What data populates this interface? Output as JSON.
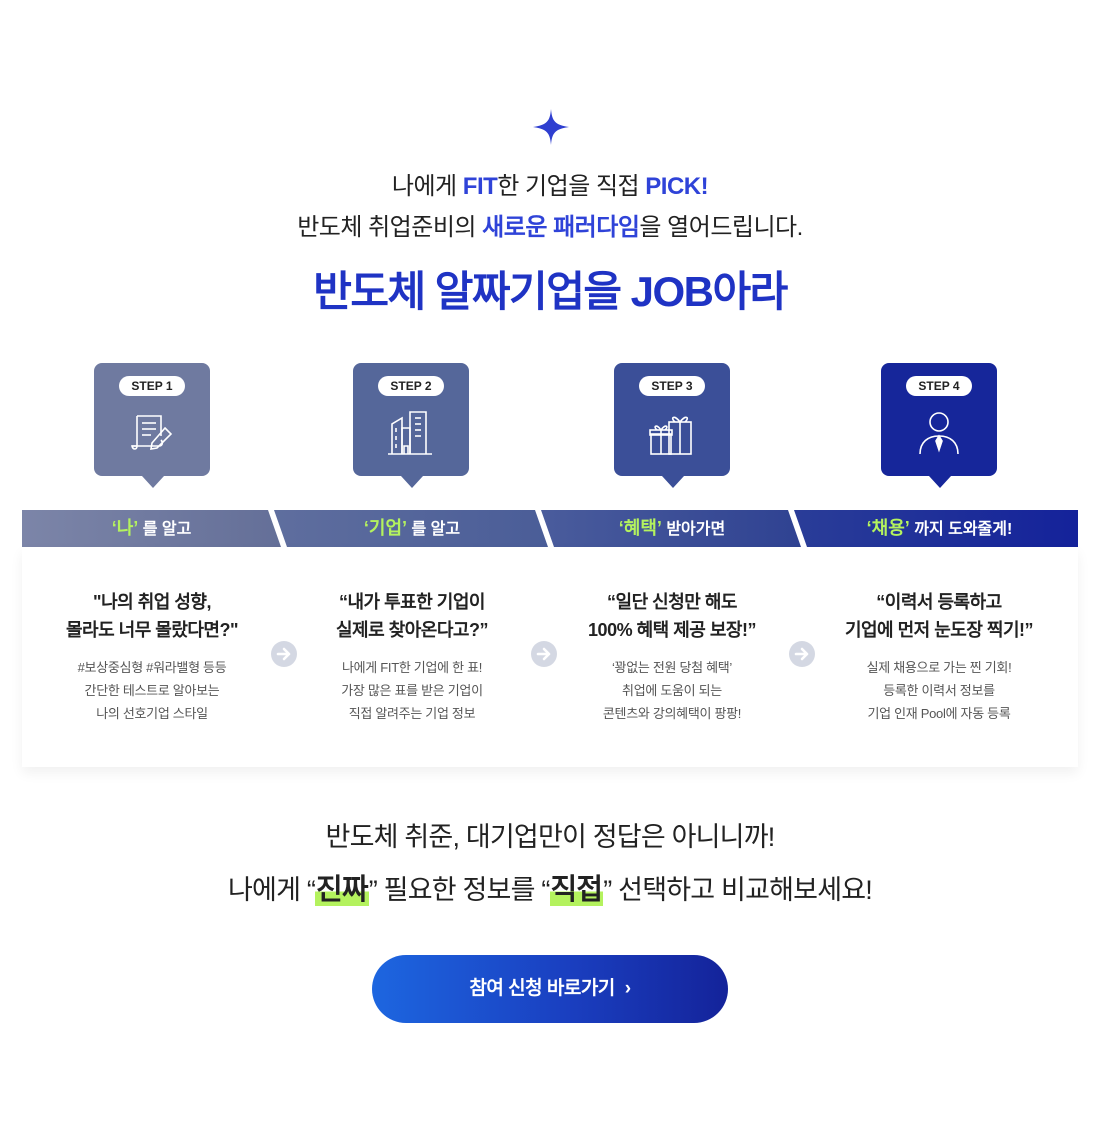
{
  "intro": {
    "line1": {
      "pre": "나에게 ",
      "fit": "FIT",
      "mid": "한 기업을 직접 ",
      "pick": "PICK!"
    },
    "line2": {
      "pre": "반도체 취업준비의 ",
      "hl": "새로운 패러다임",
      "post": "을 열어드립니다."
    },
    "headline": "반도체 알짜기업을 JOB아라"
  },
  "steps": [
    {
      "badge": "STEP 1",
      "icon": "document-pen-icon",
      "color": "#6f7aa0",
      "banner_hl": "‘나’",
      "banner_rest": " 를 알고",
      "quote1": "\"나의 취업 성향,",
      "quote2": "몰라도 너무 몰랐다면?\"",
      "desc": [
        "#보상중심형 #워라밸형 등등",
        "간단한 테스트로 알아보는",
        "나의 선호기업 스타일"
      ]
    },
    {
      "badge": "STEP 2",
      "icon": "buildings-icon",
      "color": "#55679a",
      "banner_hl": "‘기업’",
      "banner_rest": " 를 알고",
      "quote1": "“내가 투표한 기업이",
      "quote2": "실제로 찾아온다고?”",
      "desc": [
        "나에게 FIT한 기업에 한 표!",
        "가장 많은 표를 받은 기업이",
        "직접 알려주는 기업 정보"
      ]
    },
    {
      "badge": "STEP 3",
      "icon": "gift-boxes-icon",
      "color": "#3b4f98",
      "banner_hl": "‘혜택’",
      "banner_rest": " 받아가면",
      "quote1": "“일단 신청만 해도",
      "quote2": "100% 혜택 제공 보장!”",
      "desc": [
        "‘꽝없는 전원 당첨 혜택’",
        "취업에 도움이 되는",
        "콘텐츠와 강의혜택이 팡팡!"
      ]
    },
    {
      "badge": "STEP 4",
      "icon": "person-tie-icon",
      "color": "#16269a",
      "banner_hl": "‘채용’",
      "banner_rest": " 까지 도와줄게!",
      "quote1": "“이력서 등록하고",
      "quote2": "기업에 먼저 눈도장 찍기!”",
      "desc": [
        "실제 채용으로 가는 찐 기회!",
        "등록한 이력서 정보를",
        "기업 인재 Pool에 자동 등록"
      ]
    }
  ],
  "bottom": {
    "line1": "반도체 취준, 대기업만이 정답은 아니니까!",
    "line2": {
      "pre": "나에게 “",
      "hl1": "진짜",
      "mid1": "” 필요한 정보를 “",
      "hl2": "직접",
      "post": "” 선택하고 비교해보세요!"
    }
  },
  "cta": {
    "label": "참여 신청 바로가기",
    "chevron": "›"
  },
  "colors": {
    "accent": "#2f43d8",
    "headline": "#1f33c4",
    "highlight": "#b4f25e"
  }
}
